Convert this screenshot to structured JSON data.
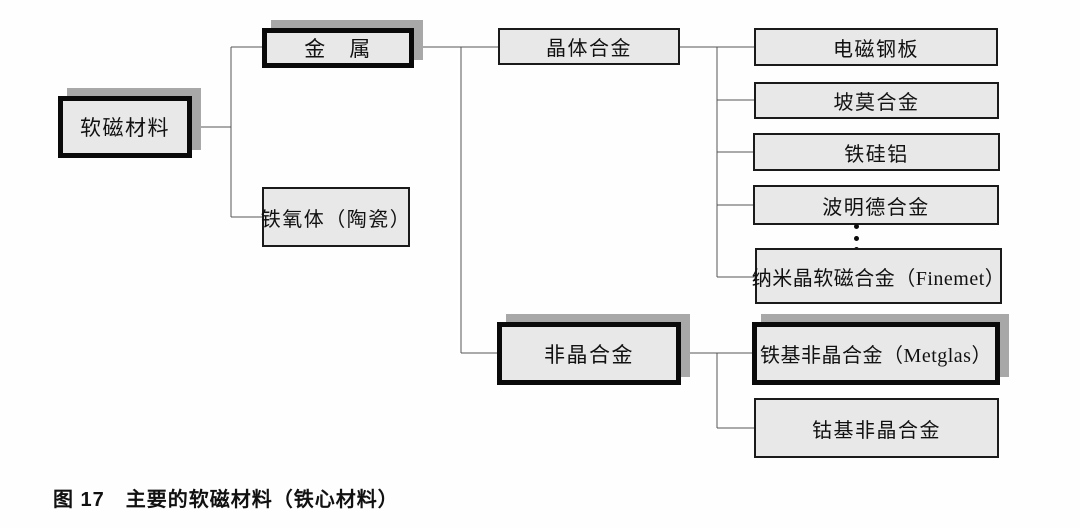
{
  "figure": {
    "caption": "图 17　主要的软磁材料（铁心材料）"
  },
  "nodes": {
    "root": {
      "label": "软磁材料"
    },
    "metal": {
      "label": "金　属"
    },
    "ferrite": {
      "label": "铁氧体（陶瓷）"
    },
    "crystalline": {
      "label": "晶体合金"
    },
    "amorphous": {
      "label": "非晶合金"
    },
    "electrical_steel": {
      "label": "电磁钢板"
    },
    "permalloy": {
      "label": "坡莫合金"
    },
    "sendust": {
      "label": "铁硅铝"
    },
    "permendur": {
      "label": "波明德合金"
    },
    "finemet": {
      "label": "纳米晶软磁合金（Finemet）"
    },
    "metglas": {
      "label": "铁基非晶合金（Metglas）"
    },
    "cobalt_amorphous": {
      "label": "钴基非晶合金"
    }
  },
  "icons": {
    "ellipsis_vertical": "vertical-dots"
  },
  "colors": {
    "box-fill": "#e8e8e8",
    "border-thin": "#1a1a1a",
    "border-thick": "#0a0a0a",
    "shadow": "#a8a8a8",
    "line": "#555555",
    "text": "#111111",
    "background": "#fefefe"
  }
}
